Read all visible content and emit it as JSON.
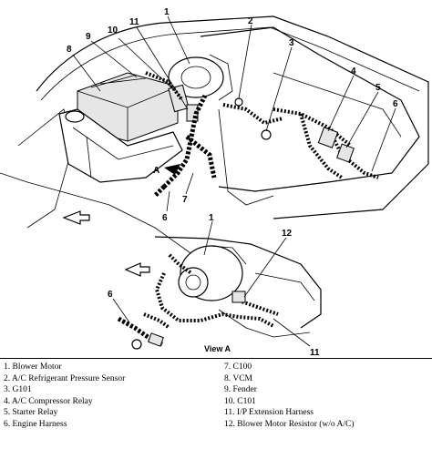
{
  "diagram": {
    "callouts_main": [
      "1",
      "2",
      "3",
      "4",
      "5",
      "6",
      "6",
      "7",
      "8",
      "9",
      "10",
      "11"
    ],
    "callouts_view": [
      "1",
      "12",
      "6",
      "11"
    ],
    "arrow_letter": "A",
    "view_label": "View A"
  },
  "legend": {
    "left": [
      {
        "number": "1.",
        "name": "Blower Motor"
      },
      {
        "number": "2.",
        "name": "A/C Refrigerant Pressure Sensor"
      },
      {
        "number": "3.",
        "name": "G101"
      },
      {
        "number": "4.",
        "name": "A/C Compressor Relay"
      },
      {
        "number": "5.",
        "name": "Starter Relay"
      },
      {
        "number": "6.",
        "name": "Engine Harness"
      }
    ],
    "right": [
      {
        "number": "7.",
        "name": "C100"
      },
      {
        "number": "8.",
        "name": "VCM"
      },
      {
        "number": "9.",
        "name": "Fender"
      },
      {
        "number": "10.",
        "name": "C101"
      },
      {
        "number": "11.",
        "name": "I/P Extension Harness"
      },
      {
        "number": "12.",
        "name": "Blower Motor Resistor (w/o A/C)"
      }
    ]
  }
}
